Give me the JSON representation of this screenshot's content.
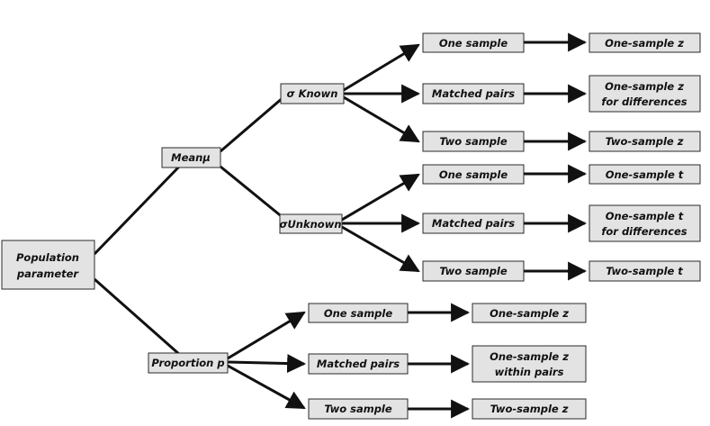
{
  "root": {
    "lines": [
      "Population",
      "parameter"
    ]
  },
  "level1": {
    "mean": "Meanμ",
    "proportion": "Proportion p"
  },
  "level2": {
    "sigma_known": "σ Known",
    "sigma_unknown": "σUnknown"
  },
  "sigma_known_branch": [
    {
      "design": "One sample",
      "test": [
        "One-sample z"
      ]
    },
    {
      "design": "Matched pairs",
      "test": [
        "One-sample z",
        "for differences"
      ]
    },
    {
      "design": "Two sample",
      "test": [
        "Two-sample z"
      ]
    }
  ],
  "sigma_unknown_branch": [
    {
      "design": "One sample",
      "test": [
        "One-sample t"
      ]
    },
    {
      "design": "Matched pairs",
      "test": [
        "One-sample t",
        "for differences"
      ]
    },
    {
      "design": "Two sample",
      "test": [
        "Two-sample t"
      ]
    }
  ],
  "proportion_branch": [
    {
      "design": "One sample",
      "test": [
        "One-sample z"
      ]
    },
    {
      "design": "Matched pairs",
      "test": [
        "One-sample z",
        "within pairs"
      ]
    },
    {
      "design": "Two sample",
      "test": [
        "Two-sample z"
      ]
    }
  ]
}
